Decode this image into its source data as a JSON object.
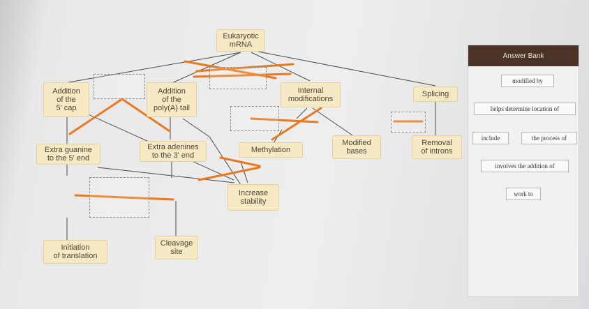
{
  "diagram": {
    "nodes": {
      "eukaryotic_mrna": "Eukaryotic\nmRNA",
      "addition_5cap": "Addition\nof the\n5' cap",
      "addition_polya": "Addition\nof the\npoly(A) tail",
      "internal_modifications": "Internal\nmodifications",
      "splicing": "Splicing",
      "extra_guanine": "Extra guanine\nto the 5' end",
      "extra_adenines": "Extra adenines\nto the 3' end",
      "methylation": "Methylation",
      "modified_bases": "Modified\nbases",
      "removal_introns": "Removal\nof introns",
      "increase_stability": "Increase\nstability",
      "initiation_translation": "Initiation\nof translation",
      "cleavage_site": "Cleavage\nsite"
    },
    "accent_color": "#e8791e",
    "line_color": "#4a4a4a"
  },
  "answer_bank": {
    "title": "Answer Bank",
    "items": [
      "modified by",
      "helps determine location of",
      "include",
      "the process of",
      "involves the addition of",
      "work to"
    ]
  }
}
